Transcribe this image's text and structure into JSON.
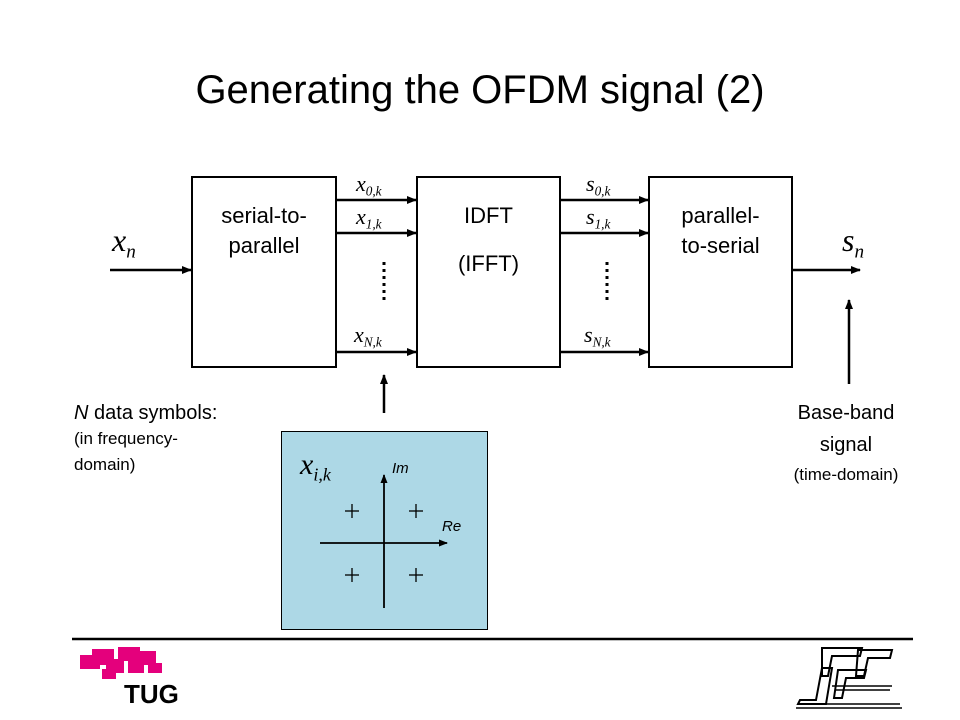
{
  "slide": {
    "title": "Generating the OFDM signal (2)"
  },
  "blocks": {
    "s2p": {
      "line1": "serial-to-",
      "line2": "parallel"
    },
    "idft": {
      "line1": "IDFT",
      "line2": "(IFFT)"
    },
    "p2s": {
      "line1": "parallel-",
      "line2": "to-serial"
    }
  },
  "signals": {
    "input": {
      "base": "x",
      "sub": "n"
    },
    "output": {
      "base": "s",
      "sub": "n"
    },
    "x_parallel": [
      {
        "base": "x",
        "sub": "0,k"
      },
      {
        "base": "x",
        "sub": "1,k"
      },
      {
        "base": "x",
        "sub": "N,k"
      }
    ],
    "s_parallel": [
      {
        "base": "s",
        "sub": "0,k"
      },
      {
        "base": "s",
        "sub": "1,k"
      },
      {
        "base": "s",
        "sub": "N,k"
      }
    ]
  },
  "left_note": {
    "line1_italic": "N",
    "line1_rest": " data symbols:",
    "line2": "(in frequency-",
    "line3": "domain)"
  },
  "right_note": {
    "line1": "Base-band",
    "line2": "signal",
    "line3": "(time-domain)"
  },
  "constellation": {
    "symbol": {
      "base": "x",
      "sub": "i,k"
    },
    "im_label": "Im",
    "re_label": "Re",
    "background": "#add8e6",
    "points": [
      {
        "re": -1,
        "im": 1
      },
      {
        "re": 1,
        "im": 1
      },
      {
        "re": -1,
        "im": -1
      },
      {
        "re": 1,
        "im": -1
      }
    ]
  },
  "logos": {
    "left_text": "TUG",
    "left_color": "#e4007c"
  }
}
